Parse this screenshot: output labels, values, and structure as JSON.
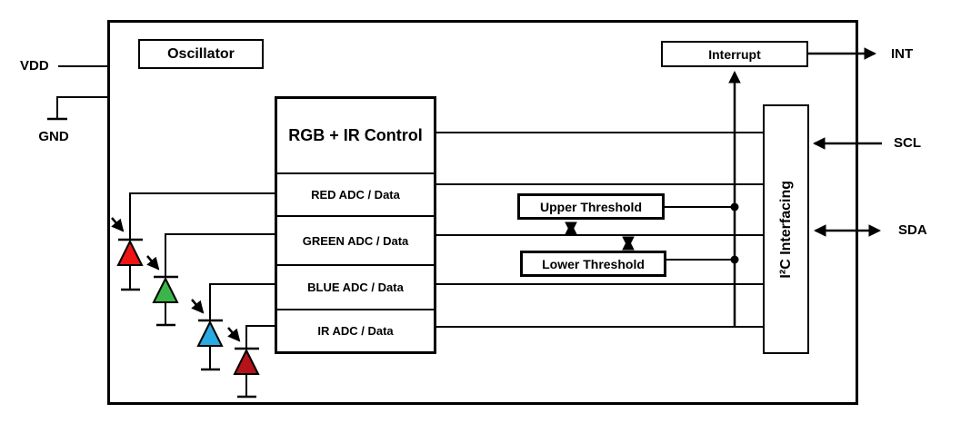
{
  "diagram_type": "functional-block-diagram",
  "blocks": {
    "oscillator": "Oscillator",
    "control": "RGB + IR Control",
    "adc_rows": [
      "RED ADC / Data",
      "GREEN ADC / Data",
      "BLUE ADC / Data",
      "IR ADC / Data"
    ],
    "upper_threshold": "Upper Threshold",
    "lower_threshold": "Lower Threshold",
    "interrupt": "Interrupt",
    "i2c": "I²C Interfacing"
  },
  "pins": {
    "vdd": "VDD",
    "gnd": "GND",
    "int": "INT",
    "scl": "SCL",
    "sda": "SDA"
  },
  "photodiodes": [
    {
      "name": "red-photodiode",
      "color": "#ee1515"
    },
    {
      "name": "green-photodiode",
      "color": "#3bb54a"
    },
    {
      "name": "blue-photodiode",
      "color": "#29abe2"
    },
    {
      "name": "ir-photodiode",
      "color": "#b5121a"
    }
  ],
  "line_color": "#000000"
}
